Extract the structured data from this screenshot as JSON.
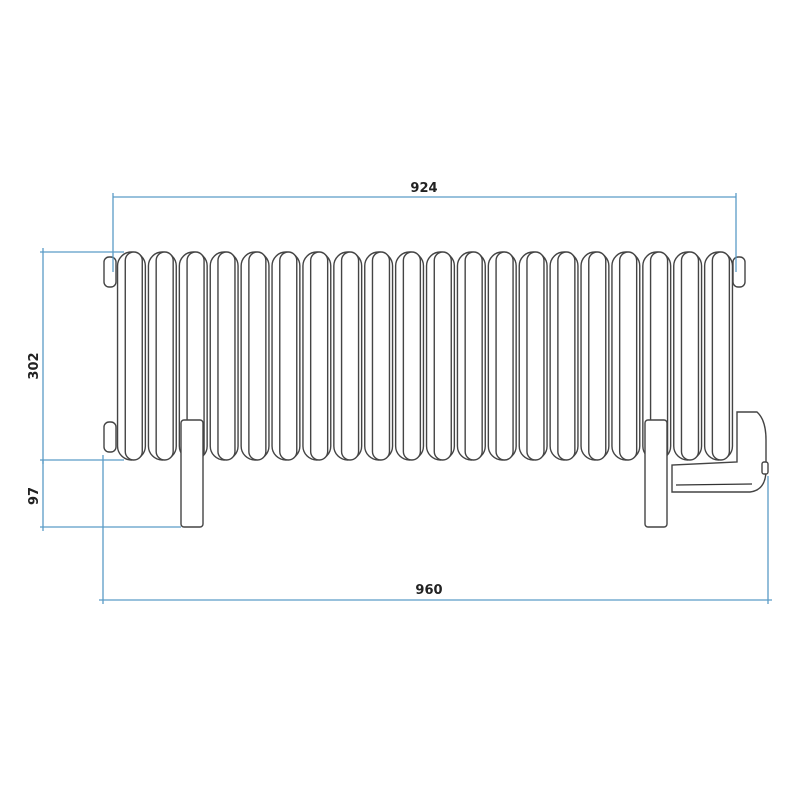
{
  "dimensions": {
    "top_width": "924",
    "height": "302",
    "foot_height": "97",
    "total_width": "960"
  },
  "colors": {
    "dimension_line": "#5b9cc6",
    "outline": "#444444"
  },
  "radiator": {
    "column_count": 20
  }
}
